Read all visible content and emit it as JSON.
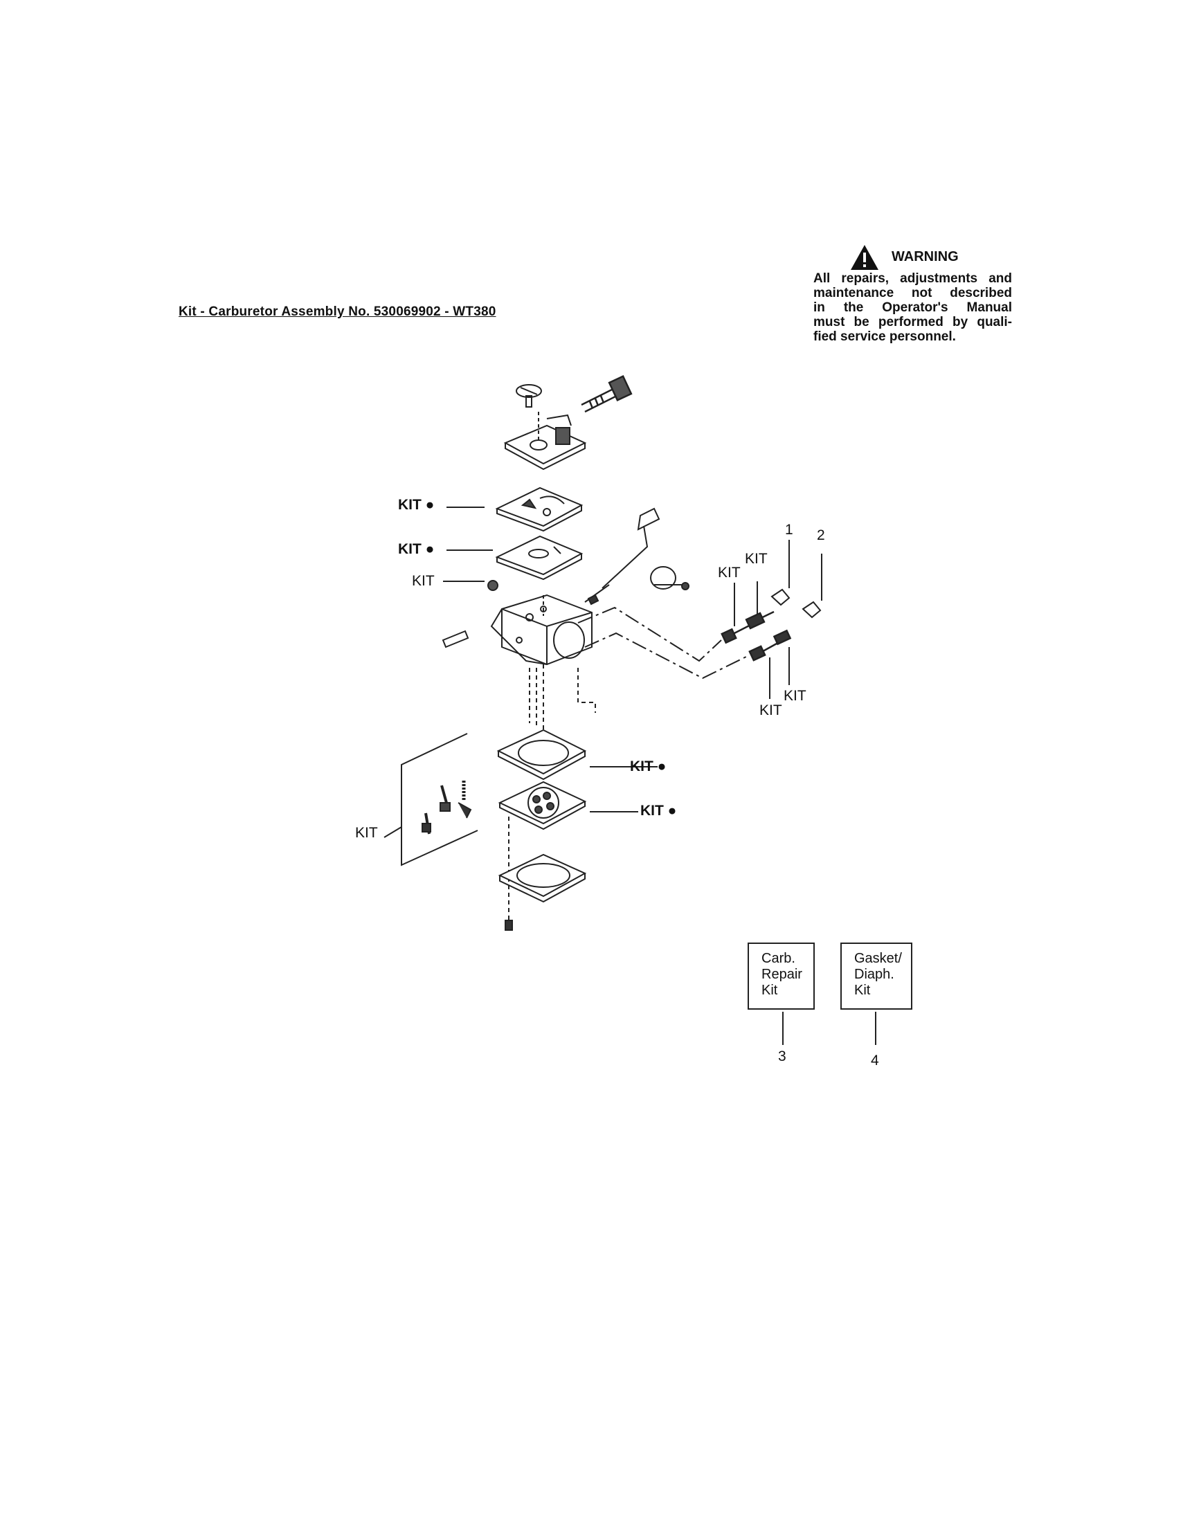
{
  "title": "Kit - Carburetor Assembly No. 530069902 - WT380",
  "warning": {
    "heading": "WARNING",
    "lines": [
      "All repairs, adjustments and",
      "maintenance not described",
      "in the Operator's Manual",
      "must be performed by quali-",
      "fied service personnel."
    ]
  },
  "labels": {
    "kit_bold_1": "KIT ●",
    "kit_bold_2": "KIT ●",
    "kit_bold_3": "KIT ●",
    "kit_bold_4": "KIT ●",
    "kit": "KIT",
    "callout_1": "1",
    "callout_2": "2",
    "callout_3": "3",
    "callout_4": "4"
  },
  "boxes": {
    "carb_repair": [
      "Carb.",
      "Repair",
      "Kit"
    ],
    "gasket_diaph": [
      "Gasket/",
      "Diaph.",
      "Kit"
    ]
  }
}
